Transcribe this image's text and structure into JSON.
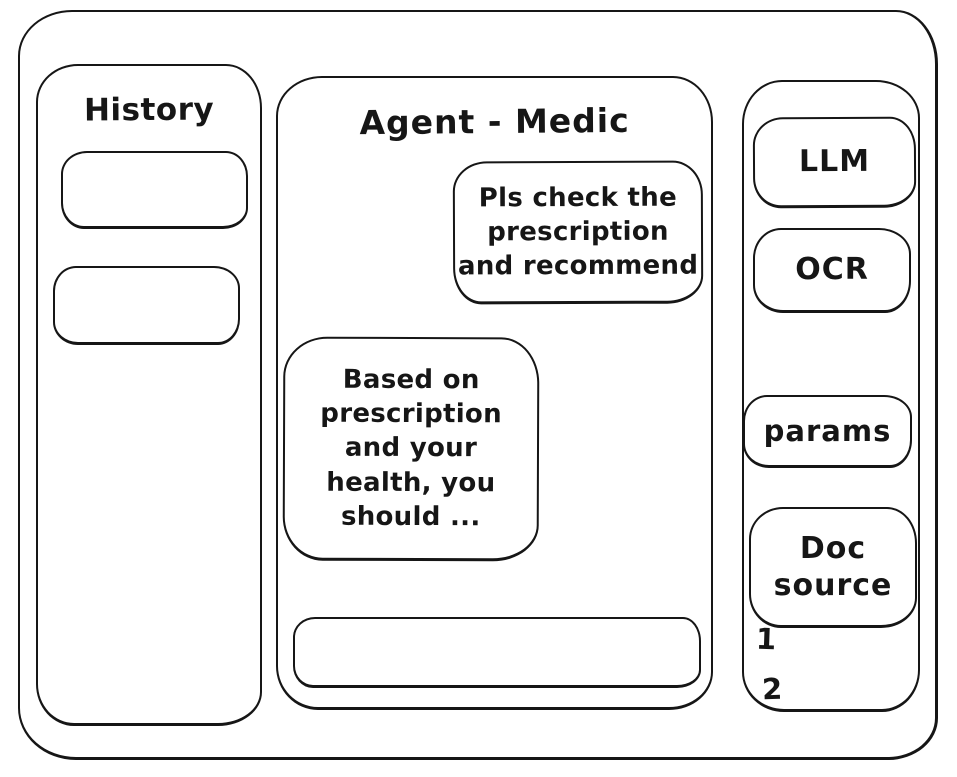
{
  "app": {
    "title": "Agent - Medic"
  },
  "history": {
    "title": "History",
    "items": [
      {
        "label": ""
      },
      {
        "label": ""
      }
    ]
  },
  "chat": {
    "user_message": "Pls check the\nprescription\nand recommend",
    "assistant_message": "Based on\nprescription\nand your\nhealth, you\nshould ...",
    "input_value": "",
    "input_placeholder": ""
  },
  "tools": {
    "llm_label": "LLM",
    "ocr_label": "OCR",
    "params_label": "params",
    "doc_source_label": "Doc\nsource",
    "doc_items": [
      "1",
      "2"
    ]
  }
}
